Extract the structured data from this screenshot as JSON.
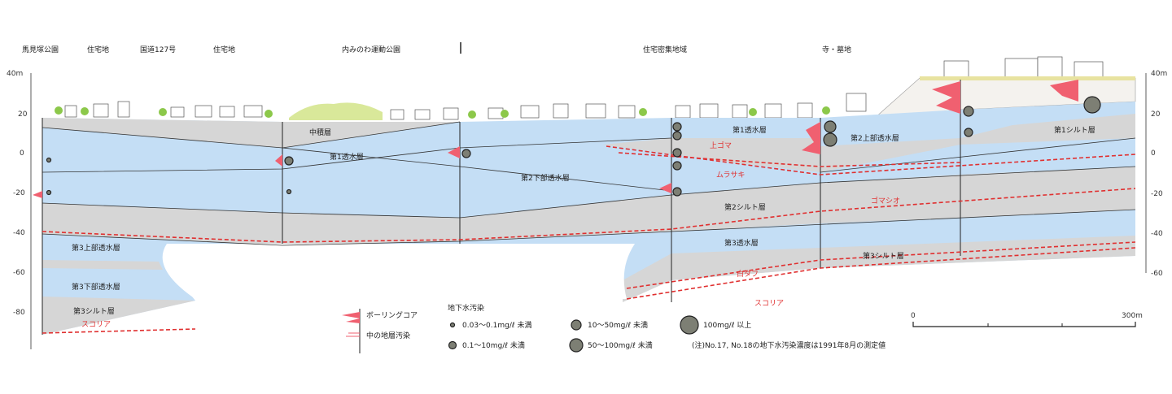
{
  "top_labels": [
    "馬見塚公園",
    "住宅地",
    "国道127号",
    "住宅地",
    "内みのわ運動公園",
    "住宅密集地域",
    "寺・墓地"
  ],
  "left_axis": [
    "40m",
    "20",
    "0",
    "-20",
    "-40",
    "-60",
    "-80"
  ],
  "right_axis": [
    "40m",
    "20",
    "0",
    "-20",
    "-40",
    "-60"
  ],
  "layers": {
    "chuseki": "中積層",
    "aq1_left": "第1透水層",
    "aq2_lower": "第2下部透水層",
    "aq1_right": "第1透水層",
    "aq2_upper": "第2上部透水層",
    "silt1": "第1シルト層",
    "silt2": "第2シルト層",
    "aq3_right": "第3透水層",
    "silt3_right": "第3シルト層",
    "aq3_upper": "第3上部透水層",
    "aq3_lower": "第3下部透水層",
    "silt3_left": "第3シルト層"
  },
  "markers": {
    "kamigoma": "上ゴマ",
    "murasaki": "ムラサキ",
    "gomashio": "ゴマシオ",
    "shirotafu": "白タフ",
    "scoria_right": "スコリア",
    "scoria_left": "スコリア"
  },
  "legend": {
    "core_line1": "ボーリングコア",
    "core_line2": "中の地層汚染",
    "title": "地下水汚染",
    "items": [
      "0.03〜0.1mg/ℓ 未満",
      "0.1〜10mg/ℓ 未満",
      "10〜50mg/ℓ 未満",
      "50〜100mg/ℓ 未満",
      "100mg/ℓ 以上"
    ],
    "note": "(注)No.17, No.18の地下水汚染濃度は1991年8月の測定値"
  },
  "scale": {
    "start": "0",
    "end": "300m"
  },
  "colors": {
    "aquifer": "#c4def5",
    "silt": "#d6d6d6",
    "marker": "#e03030",
    "contamination": "#7d7f74"
  }
}
